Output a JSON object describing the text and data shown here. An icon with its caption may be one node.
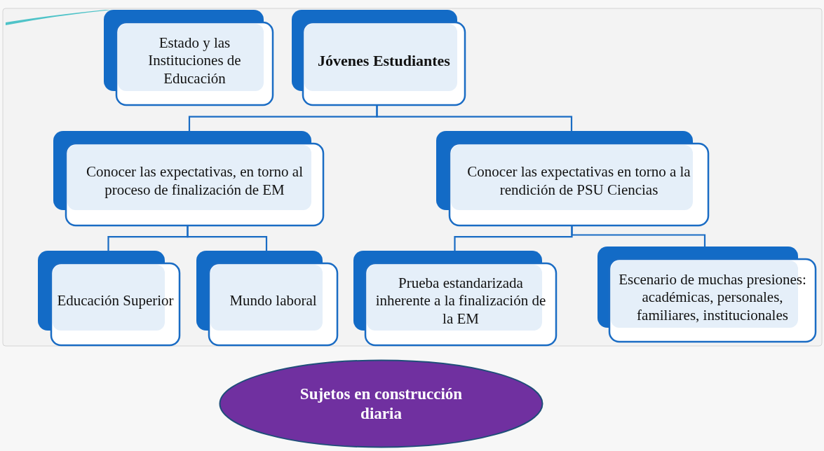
{
  "diagram": {
    "nodes": [
      {
        "text": [
          "Estado y las Instituciones de Educación"
        ]
      },
      {
        "text": [
          "Jóvenes Estudiantes"
        ]
      },
      {
        "text": [
          "Conocer las expectativas, en torno al proceso de finalización de EM"
        ]
      },
      {
        "text": [
          "Conocer las expectativas  en torno a la rendición de PSU Ciencias"
        ]
      },
      {
        "text": [
          "Educación Superior"
        ]
      },
      {
        "text": [
          "Mundo laboral"
        ]
      },
      {
        "text": [
          "Prueba estandarizada inherente a la finalización de la EM"
        ]
      },
      {
        "text": [
          "Escenario de muchas presiones: académicas, personales, familiares, institucionales"
        ]
      },
      {
        "text": [
          "Sujetos en construcción diaria"
        ]
      }
    ],
    "edges": [
      {
        "from": 1,
        "to": 2,
        "arrow": "none"
      },
      {
        "from": 1,
        "to": 3,
        "arrow": "none"
      },
      {
        "from": 2,
        "to": 4,
        "arrow": "none"
      },
      {
        "from": 2,
        "to": 5,
        "arrow": "none"
      },
      {
        "from": 3,
        "to": 6,
        "arrow": "none"
      },
      {
        "from": 3,
        "to": 7,
        "arrow": "none"
      }
    ]
  }
}
